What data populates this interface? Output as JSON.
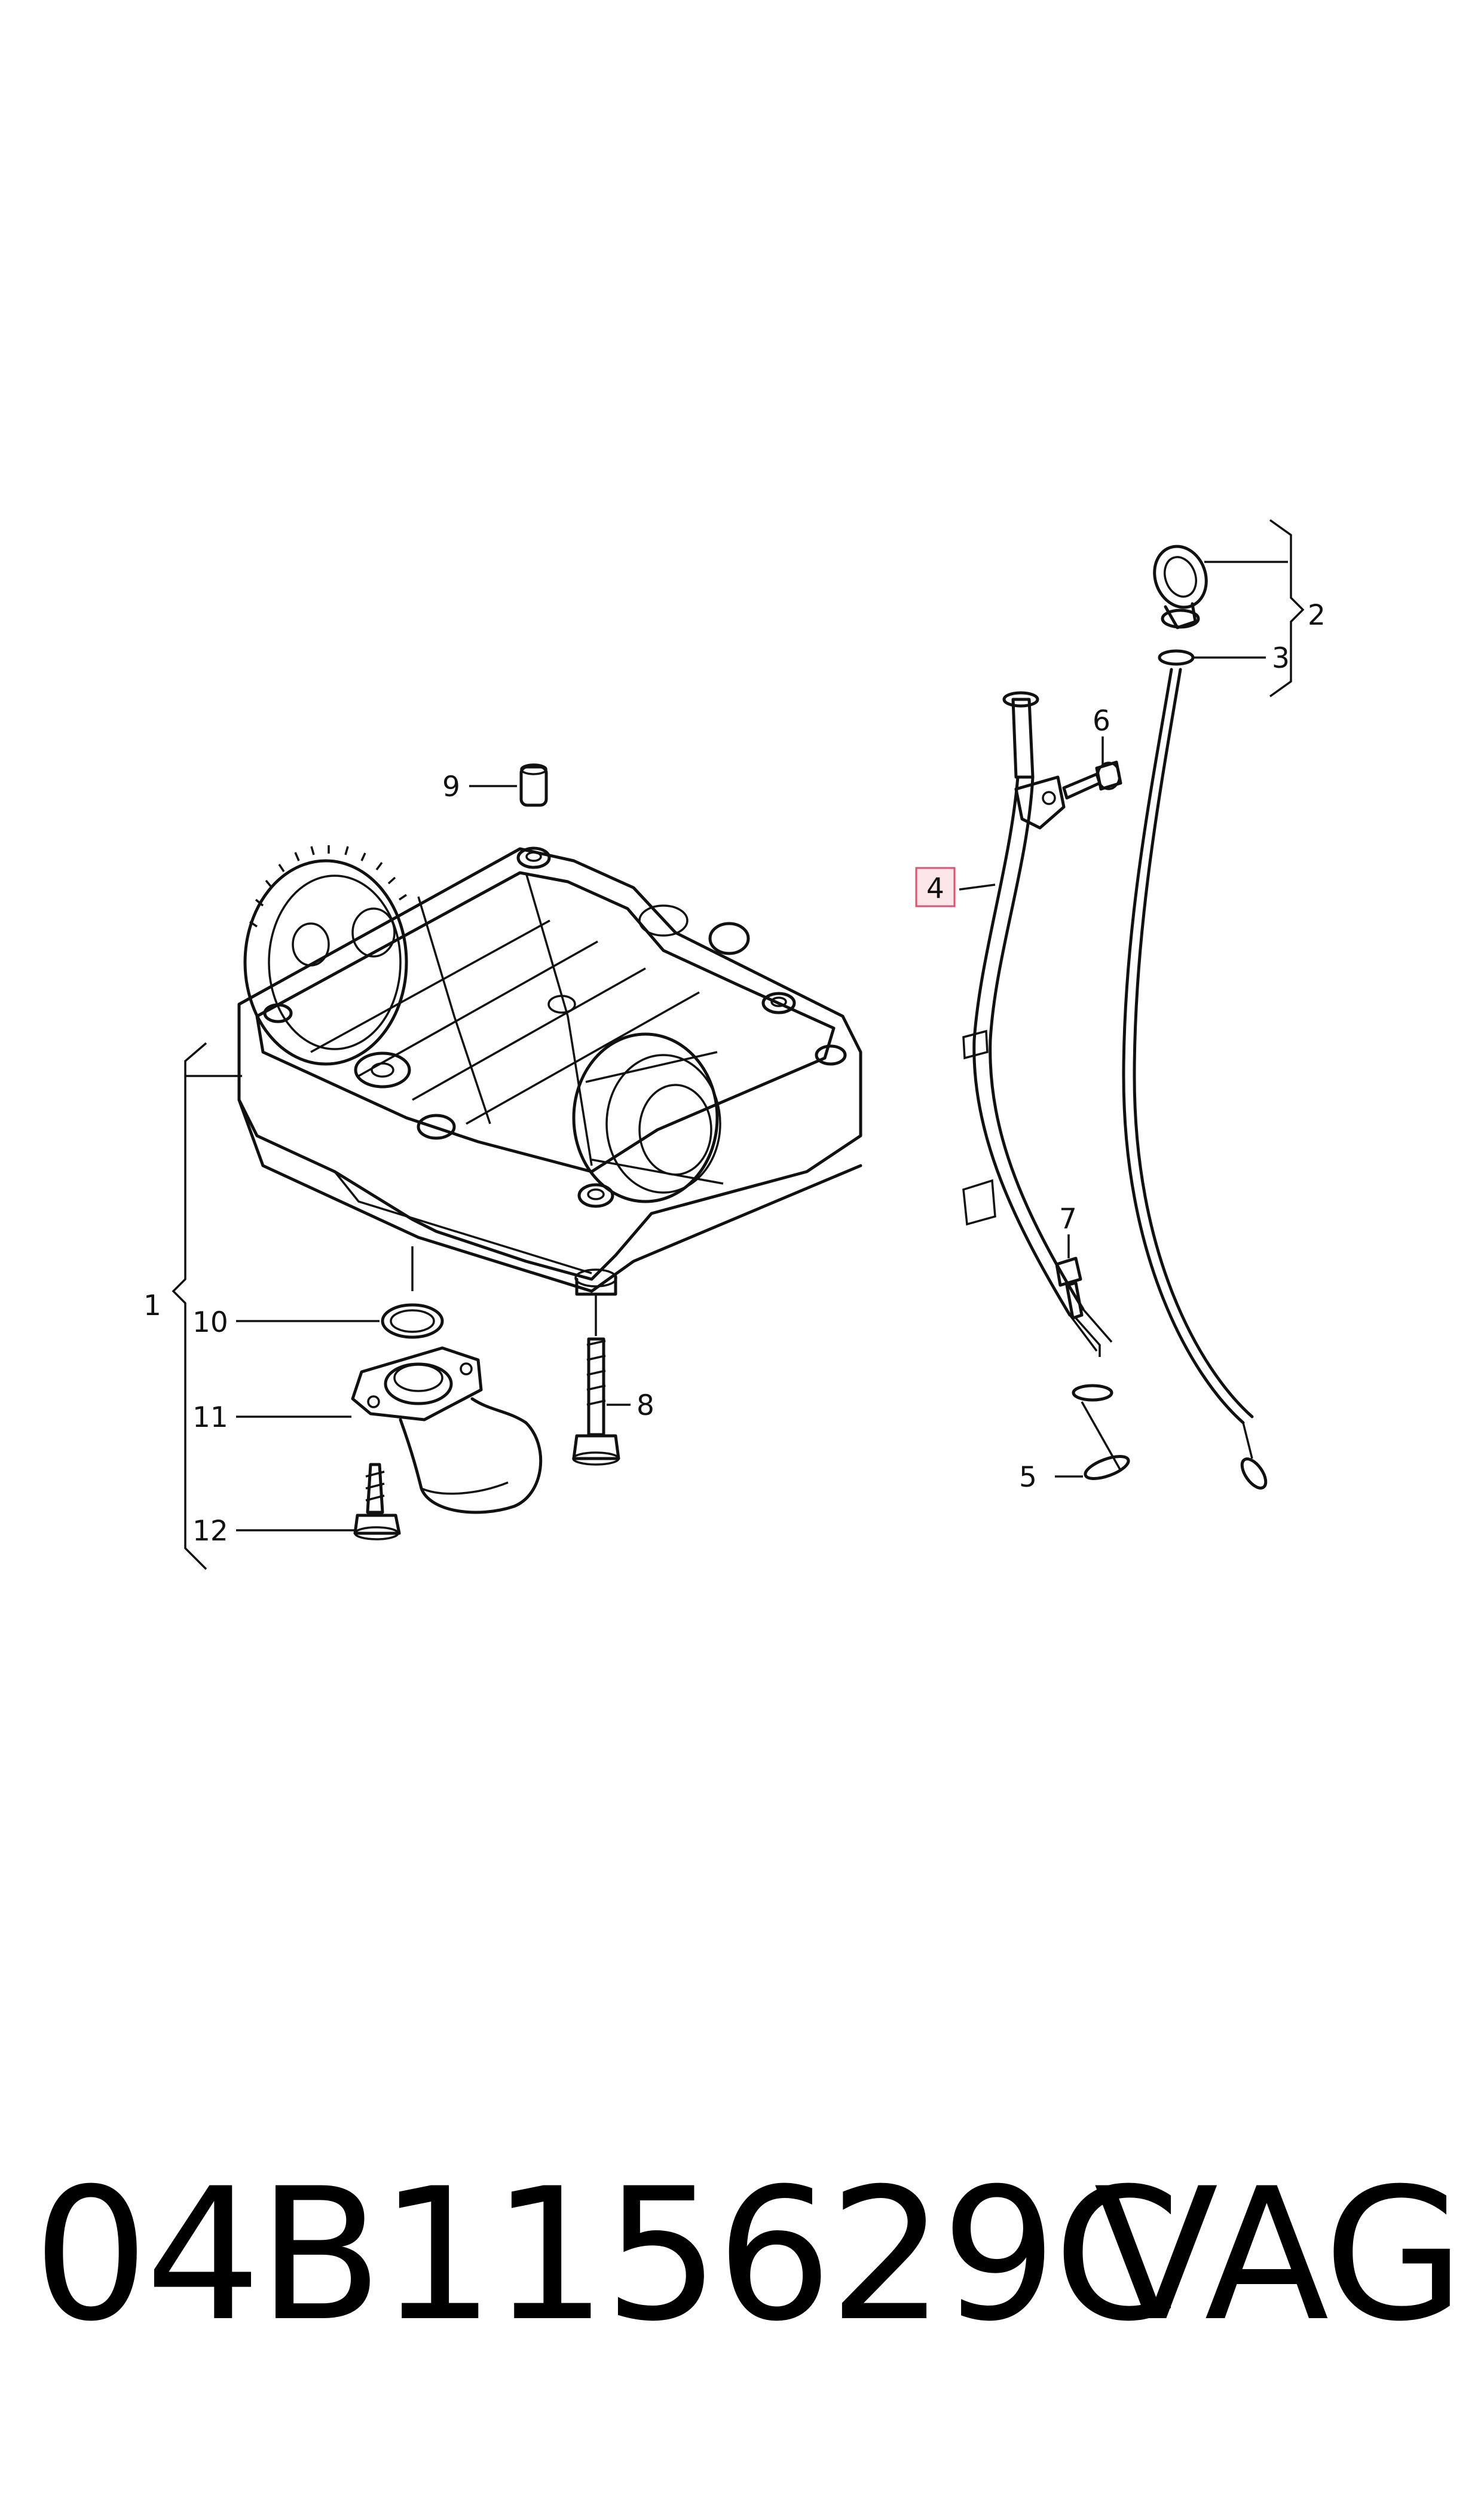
{
  "callouts": [
    {
      "id": "1",
      "text": "1"
    },
    {
      "id": "2",
      "text": "2"
    },
    {
      "id": "3",
      "text": "3"
    },
    {
      "id": "4",
      "text": "4",
      "highlighted": true
    },
    {
      "id": "5",
      "text": "5"
    },
    {
      "id": "6",
      "text": "6"
    },
    {
      "id": "7",
      "text": "7"
    },
    {
      "id": "8",
      "text": "8"
    },
    {
      "id": "9",
      "text": "9"
    },
    {
      "id": "10",
      "text": "10"
    },
    {
      "id": "11",
      "text": "11"
    },
    {
      "id": "12",
      "text": "12"
    }
  ],
  "highlight_color": "#e0506e",
  "highlight_fill": "#fde6ea",
  "footer": {
    "part_number": "04B115629C",
    "brand": "VAG"
  }
}
